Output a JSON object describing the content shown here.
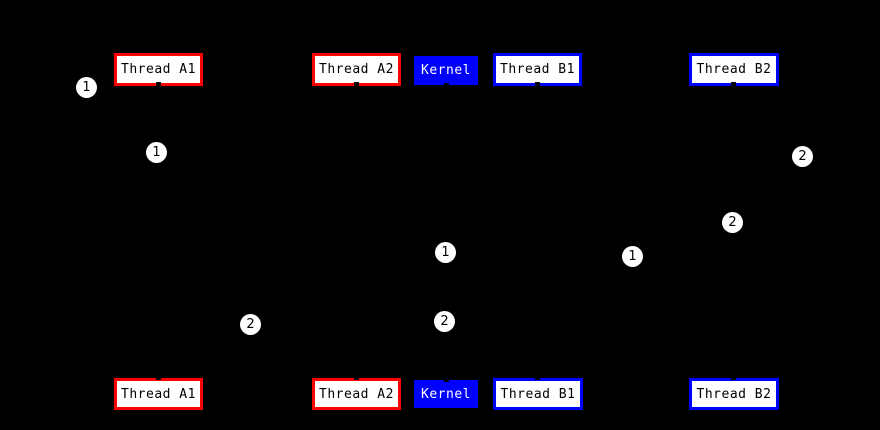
{
  "diagram": {
    "background_color": "#000000",
    "colors": {
      "thread_a_border": "#ff0000",
      "thread_b_border": "#0000ff",
      "kernel_background": "#0000ff",
      "kernel_text": "#ffffff",
      "thread_box_background": "#ffffff",
      "thread_box_text": "#000000",
      "marker_background": "#ffffff",
      "marker_text": "#000000"
    },
    "nodes": {
      "top": [
        {
          "label": "Thread A1",
          "kind": "thread-a"
        },
        {
          "label": "Thread A2",
          "kind": "thread-a"
        },
        {
          "label": "Kernel",
          "kind": "kernel"
        },
        {
          "label": "Thread B1",
          "kind": "thread-b"
        },
        {
          "label": "Thread B2",
          "kind": "thread-b"
        }
      ],
      "bottom": [
        {
          "label": "Thread A1",
          "kind": "thread-a"
        },
        {
          "label": "Thread A2",
          "kind": "thread-a"
        },
        {
          "label": "Kernel",
          "kind": "kernel"
        },
        {
          "label": "Thread B1",
          "kind": "thread-b"
        },
        {
          "label": "Thread B2",
          "kind": "thread-b"
        }
      ]
    },
    "markers": [
      {
        "label": "1"
      },
      {
        "label": "1"
      },
      {
        "label": "1"
      },
      {
        "label": "1"
      },
      {
        "label": "2"
      },
      {
        "label": "2"
      },
      {
        "label": "2"
      },
      {
        "label": "2"
      }
    ]
  }
}
